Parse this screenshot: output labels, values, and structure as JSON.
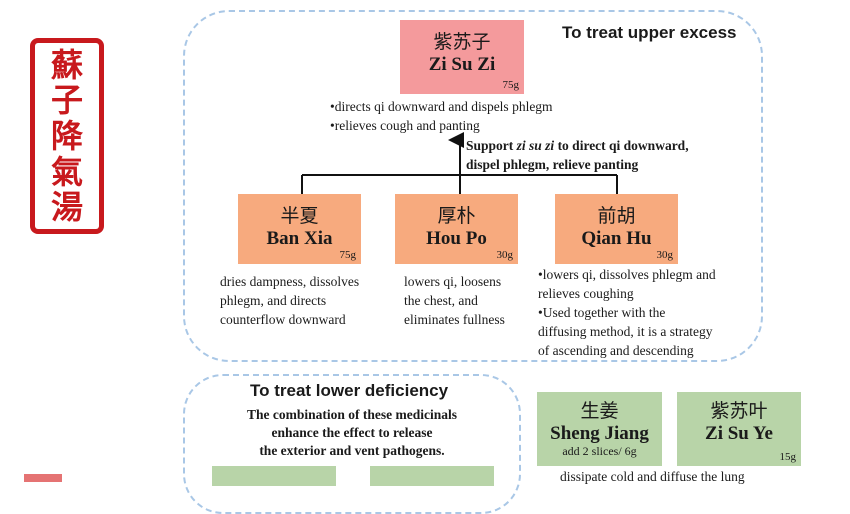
{
  "seal": {
    "characters": [
      "蘇",
      "子",
      "降",
      "氣",
      "湯"
    ]
  },
  "upper": {
    "title": "To treat upper excess",
    "chief": {
      "cn": "紫苏子",
      "py": "Zi Su Zi",
      "dose": "75g"
    },
    "chief_notes": [
      "•directs qi downward and dispels phlegm",
      "•relieves cough and panting"
    ],
    "support_label": {
      "line1_a": "Support ",
      "line1_em": "zi su zi",
      "line1_b": " to direct qi downward,",
      "line2": "dispel phlegm, relieve panting"
    },
    "deputies": [
      {
        "cn": "半夏",
        "py": "Ban Xia",
        "dose": "75g",
        "notes": [
          "dries dampness, dissolves",
          "phlegm, and directs",
          "counterflow downward"
        ]
      },
      {
        "cn": "厚朴",
        "py": "Hou Po",
        "dose": "30g",
        "notes": [
          "lowers qi, loosens",
          "the chest, and",
          "eliminates fullness"
        ]
      },
      {
        "cn": "前胡",
        "py": "Qian Hu",
        "dose": "30g",
        "notes": [
          "•lowers qi, dissolves phlegm and",
          "relieves coughing",
          "•Used together with the",
          "diffusing method, it is a strategy",
          "of ascending and descending"
        ]
      }
    ]
  },
  "lower": {
    "title": "To treat lower deficiency",
    "desc": [
      "The combination of these medicinals",
      "enhance the effect to release",
      "the exterior and vent pathogens."
    ]
  },
  "assistants": [
    {
      "cn": "生姜",
      "py": "Sheng Jiang",
      "dose_note": "add 2 slices/ 6g"
    },
    {
      "cn": "紫苏叶",
      "py": "Zi Su Ye",
      "dose": "15g"
    }
  ],
  "bottom_partial": "dissipate cold and diffuse the lung"
}
